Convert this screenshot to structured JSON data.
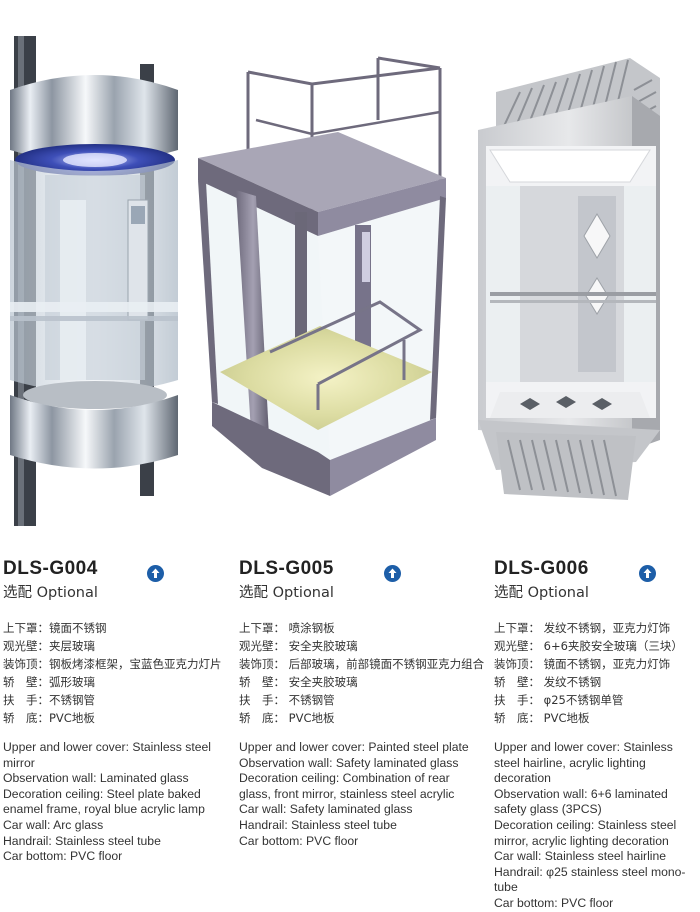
{
  "products": [
    {
      "model": "DLS-G004",
      "optional": "选配 Optional",
      "specs_cn": [
        "上下罩：镜面不锈钢",
        "观光壁：夹层玻璃",
        "装饰顶：钢板烤漆框架，宝蓝色亚克力灯片",
        "轿　壁：弧形玻璃",
        "扶　手：不锈钢管",
        "轿　底：PVC地板"
      ],
      "specs_en": [
        "Upper and lower cover: Stainless steel mirror",
        "Observation wall: Laminated glass",
        "Decoration ceiling: Steel plate baked enamel frame, royal blue acrylic lamp",
        "Car wall: Arc glass",
        "Handrail: Stainless steel tube",
        "Car bottom: PVC floor"
      ]
    },
    {
      "model": "DLS-G005",
      "optional": "选配 Optional",
      "specs_cn": [
        "上下罩： 喷涂钢板",
        "观光壁： 安全夹胶玻璃",
        "装饰顶： 后部玻璃，前部镜面不锈钢亚克力组合",
        "轿　壁： 安全夹胶玻璃",
        "扶　手： 不锈钢管",
        "轿　底： PVC地板"
      ],
      "specs_en": [
        "Upper and lower cover: Painted steel plate",
        "Observation wall: Safety laminated glass",
        "Decoration ceiling: Combination of rear glass, front mirror, stainless steel acrylic",
        "Car wall: Safety laminated glass",
        "Handrail: Stainless steel tube",
        "Car bottom: PVC floor"
      ]
    },
    {
      "model": "DLS-G006",
      "optional": "选配 Optional",
      "specs_cn": [
        "上下罩： 发纹不锈钢，亚克力灯饰",
        "观光壁： 6+6夹胶安全玻璃（三块）",
        "装饰顶： 镜面不锈钢，亚克力灯饰",
        "轿　壁： 发纹不锈钢",
        "扶　手： φ25不锈钢单管",
        "轿　底： PVC地板"
      ],
      "specs_en": [
        "Upper and lower cover: Stainless steel hairline, acrylic lighting decoration",
        "Observation wall: 6+6 laminated safety glass (3PCS)",
        "Decoration ceiling: Stainless steel mirror, acrylic lighting decoration",
        "Car wall: Stainless steel hairline",
        "Handrail: φ25 stainless steel mono-tube",
        "Car bottom: PVC floor"
      ]
    }
  ],
  "colors": {
    "icon_blue": "#1d5ea8",
    "text": "#333333"
  },
  "icons": [
    "up-arrow-icon"
  ]
}
